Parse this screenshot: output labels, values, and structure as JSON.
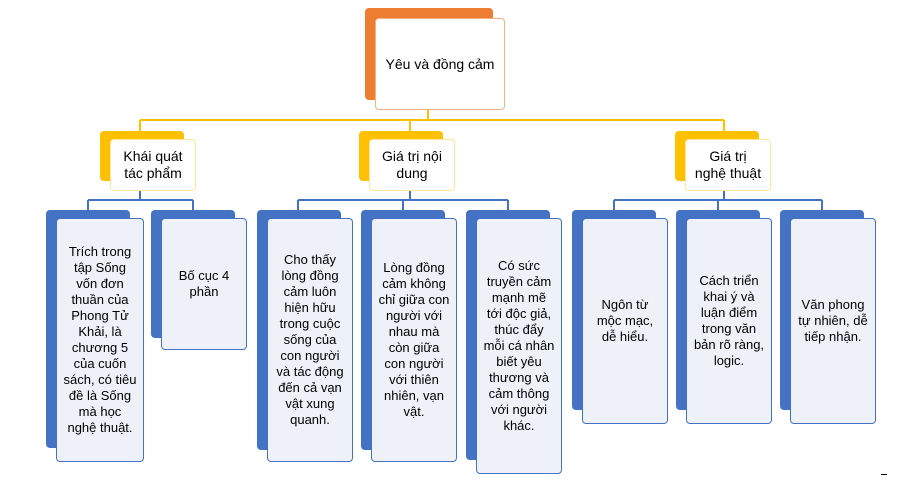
{
  "root": {
    "label": "Yêu và đồng cảm"
  },
  "categories": [
    {
      "label": "Khái quát tác phẩm",
      "items": [
        "Trích trong tập Sống vốn đơn thuần của Phong Tử Khải, là chương 5 của cuốn sách, có tiêu đề là Sống mà học nghệ thuật.",
        "Bố cục 4 phần"
      ]
    },
    {
      "label": "Giá trị nội dung",
      "items": [
        "Cho thấy lòng đồng cảm luôn hiện hữu trong cuộc sống của con người và tác động đến cả vạn vật xung quanh.",
        "Lòng đồng cảm không chỉ giữa con người với nhau mà còn giữa con người với thiên nhiên, vạn vật.",
        "Có sức truyền cảm mạnh mẽ tới độc giả, thúc đẩy mỗi cá nhân biết yêu thương và cảm thông với người khác."
      ]
    },
    {
      "label": "Giá trị nghệ thuật",
      "items": [
        "Ngôn từ mộc mạc, dễ hiểu.",
        "Cách triển khai ý và luận điểm trong văn bản rõ ràng, logic.",
        "Văn phong tự nhiên, dễ tiếp nhận."
      ]
    }
  ],
  "colors": {
    "root": "#ed7d31",
    "category": "#ffc000",
    "leaf": "#4472c4",
    "leaf_fill": "#eef1f8",
    "connector_top": "#ffc000",
    "connector_bottom": "#4472c4"
  }
}
